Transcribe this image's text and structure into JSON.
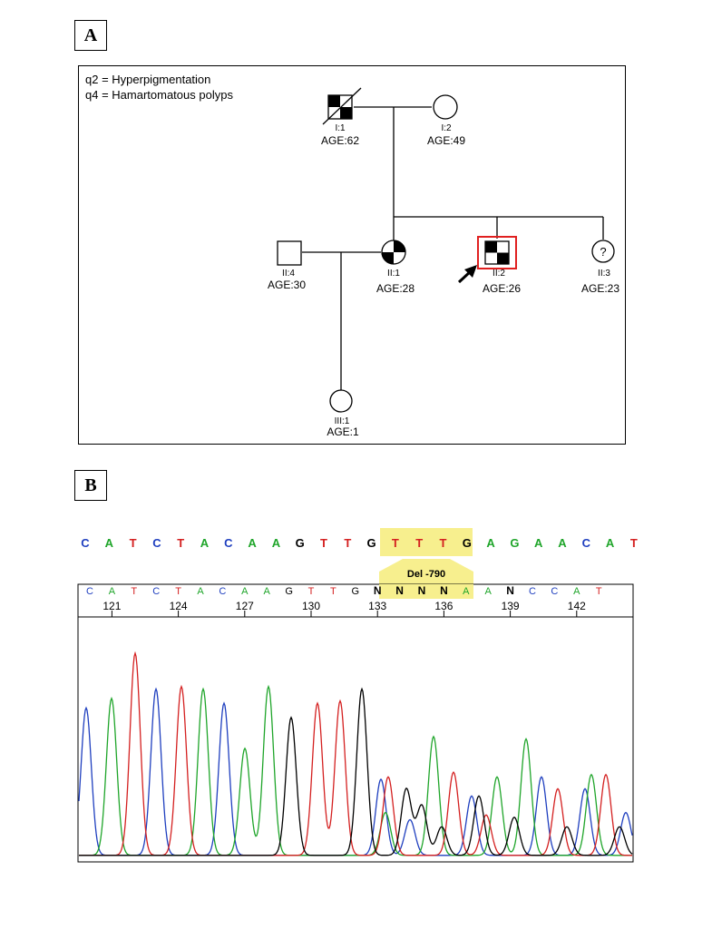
{
  "panels": {
    "a_label": "A",
    "b_label": "B"
  },
  "pedigree": {
    "legend": [
      "q2 = Hyperpigmentation",
      "q4 = Hamartomatous polyps"
    ],
    "individuals": [
      {
        "id": "I:1",
        "age": "AGE:62",
        "sex": "male",
        "deceased": true,
        "affected_quadrants": [
          "q2",
          "q4"
        ]
      },
      {
        "id": "I:2",
        "age": "AGE:49",
        "sex": "female",
        "deceased": false,
        "affected_quadrants": []
      },
      {
        "id": "II:4",
        "age": "AGE:30",
        "sex": "male",
        "deceased": false,
        "affected_quadrants": []
      },
      {
        "id": "II:1",
        "age": "AGE:28",
        "sex": "female",
        "deceased": false,
        "affected_quadrants": [
          "q2",
          "q4"
        ]
      },
      {
        "id": "II:2",
        "age": "AGE:26",
        "sex": "male",
        "deceased": false,
        "affected_quadrants": [
          "q2",
          "q4"
        ],
        "proband": true
      },
      {
        "id": "II:3",
        "age": "AGE:23",
        "sex": "female",
        "deceased": false,
        "affected_quadrants": [],
        "mark": "?"
      },
      {
        "id": "III:1",
        "age": "AGE:1",
        "sex": "female",
        "deceased": false,
        "affected_quadrants": []
      }
    ]
  },
  "sequence": {
    "reference": [
      {
        "base": "C",
        "color": "#1f3fbf"
      },
      {
        "base": "A",
        "color": "#1fa52a"
      },
      {
        "base": "T",
        "color": "#d42020"
      },
      {
        "base": "C",
        "color": "#1f3fbf"
      },
      {
        "base": "T",
        "color": "#d42020"
      },
      {
        "base": "A",
        "color": "#1fa52a"
      },
      {
        "base": "C",
        "color": "#1f3fbf"
      },
      {
        "base": "A",
        "color": "#1fa52a"
      },
      {
        "base": "A",
        "color": "#1fa52a"
      },
      {
        "base": "G",
        "color": "#000000"
      },
      {
        "base": "T",
        "color": "#d42020"
      },
      {
        "base": "T",
        "color": "#d42020"
      },
      {
        "base": "G",
        "color": "#000000"
      },
      {
        "base": "T",
        "color": "#d42020",
        "highlight": true
      },
      {
        "base": "T",
        "color": "#d42020",
        "highlight": true
      },
      {
        "base": "T",
        "color": "#d42020",
        "highlight": true
      },
      {
        "base": "G",
        "color": "#000000",
        "highlight": true
      },
      {
        "base": "A",
        "color": "#1fa52a"
      },
      {
        "base": "G",
        "color": "#1fa52a"
      },
      {
        "base": "A",
        "color": "#1fa52a"
      },
      {
        "base": "A",
        "color": "#1fa52a"
      },
      {
        "base": "C",
        "color": "#1f3fbf"
      },
      {
        "base": "A",
        "color": "#1fa52a"
      },
      {
        "base": "T",
        "color": "#d42020"
      }
    ],
    "deletion_label": "Del  -790",
    "read_calls": [
      {
        "base": "C",
        "color": "#1f3fbf"
      },
      {
        "base": "A",
        "color": "#1fa52a"
      },
      {
        "base": "T",
        "color": "#d42020"
      },
      {
        "base": "C",
        "color": "#1f3fbf"
      },
      {
        "base": "T",
        "color": "#d42020"
      },
      {
        "base": "A",
        "color": "#1fa52a"
      },
      {
        "base": "C",
        "color": "#1f3fbf"
      },
      {
        "base": "A",
        "color": "#1fa52a"
      },
      {
        "base": "A",
        "color": "#1fa52a"
      },
      {
        "base": "G",
        "color": "#000000"
      },
      {
        "base": "T",
        "color": "#d42020"
      },
      {
        "base": "T",
        "color": "#d42020"
      },
      {
        "base": "G",
        "color": "#000000"
      },
      {
        "base": "N",
        "color": "#000000"
      },
      {
        "base": "N",
        "color": "#000000"
      },
      {
        "base": "N",
        "color": "#000000"
      },
      {
        "base": "N",
        "color": "#000000"
      },
      {
        "base": "A",
        "color": "#1fa52a"
      },
      {
        "base": "A",
        "color": "#1fa52a"
      },
      {
        "base": "N",
        "color": "#000000"
      },
      {
        "base": "C",
        "color": "#1f3fbf"
      },
      {
        "base": "C",
        "color": "#1f3fbf"
      },
      {
        "base": "A",
        "color": "#1fa52a"
      },
      {
        "base": "T",
        "color": "#d42020"
      }
    ],
    "positions": [
      "121",
      "124",
      "127",
      "130",
      "133",
      "136",
      "139",
      "142"
    ],
    "trace_colors": {
      "A": "#1fa52a",
      "C": "#1f3fbf",
      "G": "#000000",
      "T": "#d42020"
    }
  }
}
